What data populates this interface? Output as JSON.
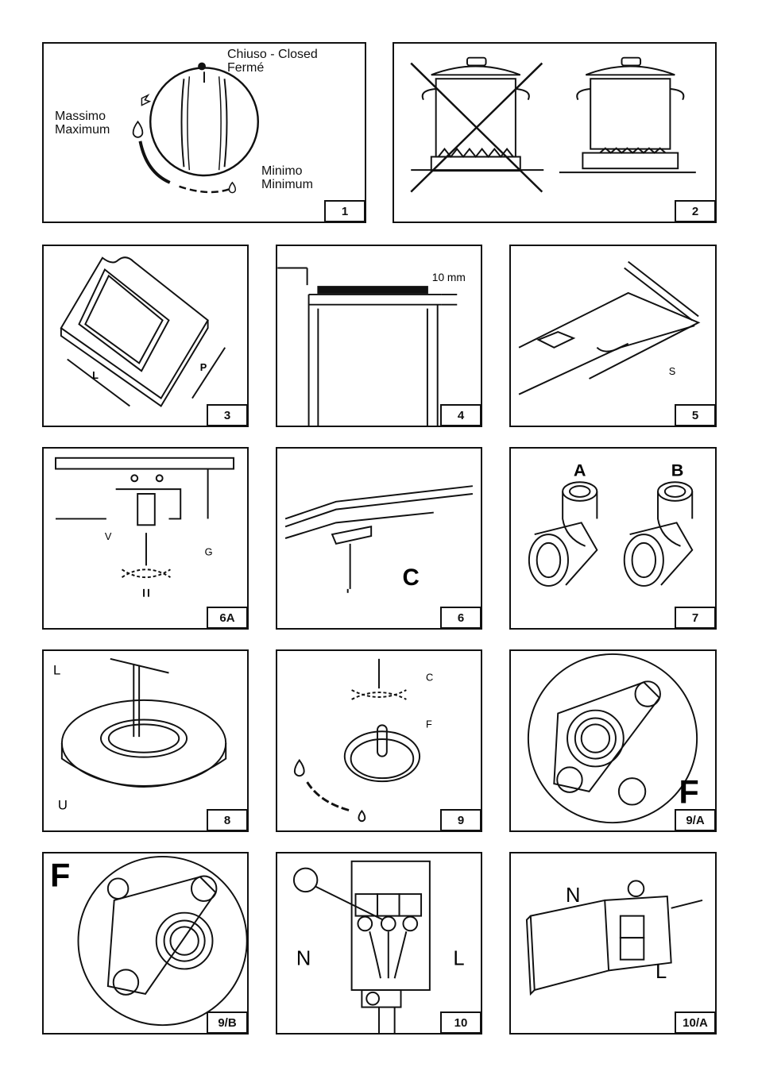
{
  "panels": {
    "p1": {
      "number": "1",
      "closed_line1": "Chiuso - Closed",
      "closed_line2": "Fermé",
      "max_line1": "Massimo",
      "max_line2": "Maximum",
      "min_line1": "Minimo",
      "min_line2": "Minimum"
    },
    "p2": {
      "number": "2"
    },
    "p3": {
      "number": "3",
      "label_l": "L",
      "label_p": "P"
    },
    "p4": {
      "number": "4",
      "gap": "10 mm"
    },
    "p5": {
      "number": "5",
      "label_s": "S"
    },
    "p6a": {
      "number": "6A",
      "label_v": "V",
      "label_g": "G"
    },
    "p6": {
      "number": "6",
      "label_c": "C"
    },
    "p7": {
      "number": "7",
      "label_a": "A",
      "label_b": "B"
    },
    "p8": {
      "number": "8",
      "label_l": "L",
      "label_u": "U"
    },
    "p9": {
      "number": "9",
      "label_c": "C",
      "label_f": "F"
    },
    "p9a": {
      "number": "9/A",
      "label_f": "F"
    },
    "p9b": {
      "number": "9/B",
      "label_f": "F"
    },
    "p10": {
      "number": "10",
      "label_n": "N",
      "label_l": "L"
    },
    "p10a": {
      "number": "10/A",
      "label_n": "N",
      "label_l": "L"
    }
  }
}
